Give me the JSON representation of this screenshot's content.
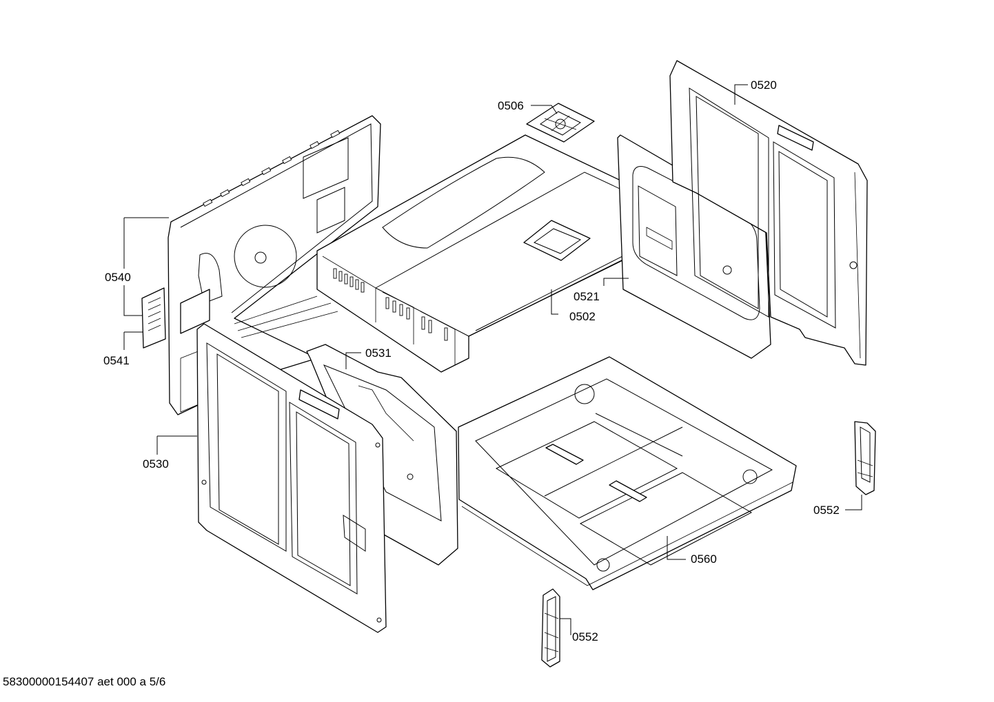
{
  "labels": {
    "p0506": "0506",
    "p0520": "0520",
    "p0540": "0540",
    "p0521": "0521",
    "p0502": "0502",
    "p0541": "0541",
    "p0531": "0531",
    "p0530": "0530",
    "p0552a": "0552",
    "p0560": "0560",
    "p0552b": "0552"
  },
  "footer": "58300000154407 aet 000 a 5/6"
}
